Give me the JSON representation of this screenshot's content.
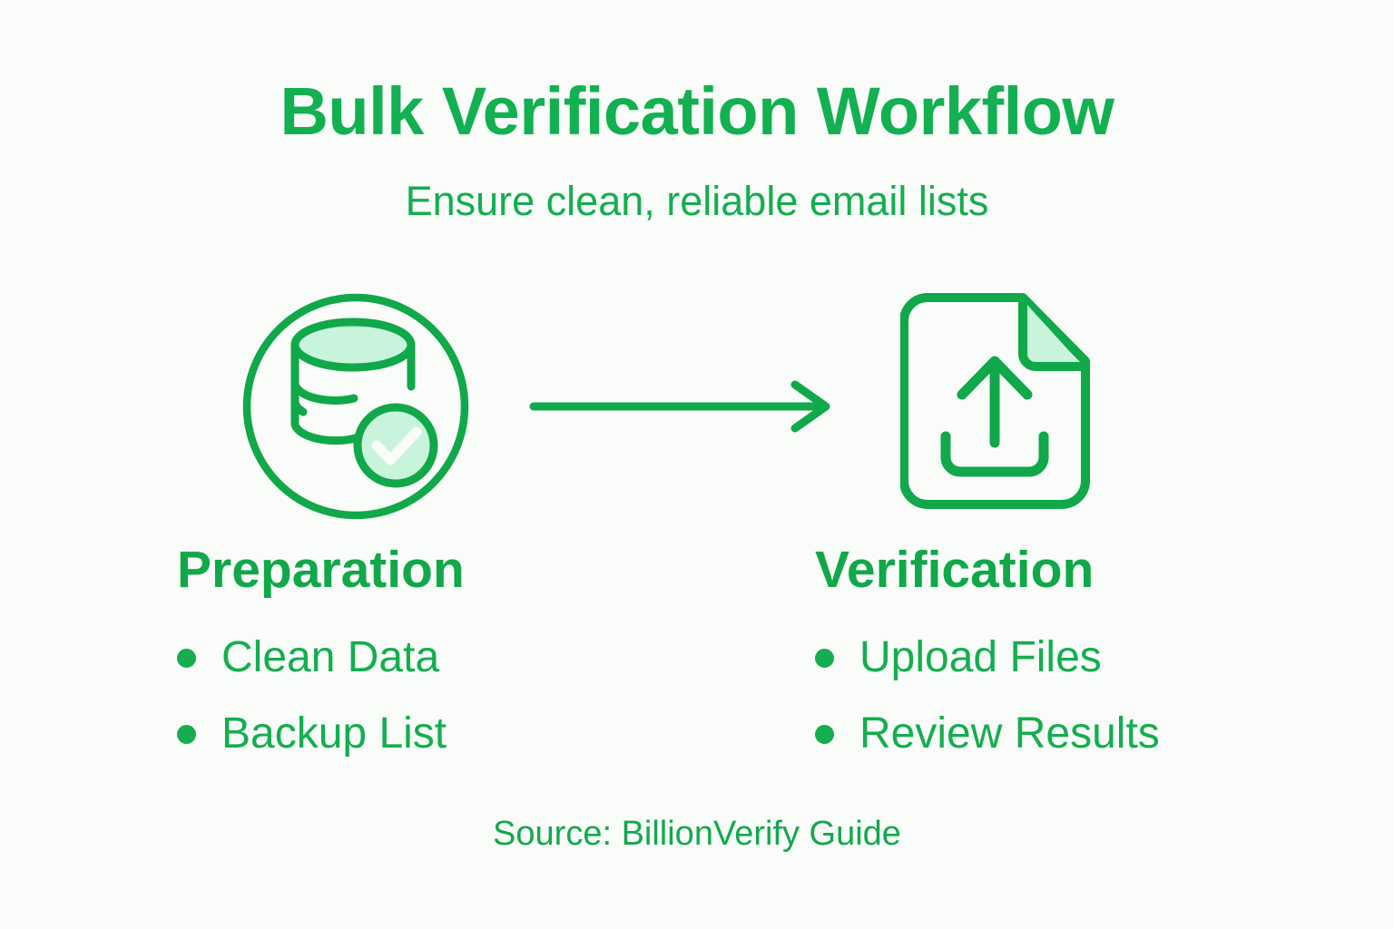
{
  "header": {
    "title": "Bulk Verification Workflow",
    "subtitle": "Ensure clean, reliable email lists"
  },
  "colors": {
    "background": "#FAFCFA",
    "primary_green": "#12A94C",
    "title_green": "#12B050",
    "light_green_fill": "#C8F4DB",
    "white": "#FFFFFF"
  },
  "flow": {
    "connector": "arrow-right",
    "steps": [
      {
        "icon": "database-check-icon",
        "heading": "Preparation",
        "bullets": [
          "Clean Data",
          "Backup List"
        ]
      },
      {
        "icon": "file-upload-icon",
        "heading": "Verification",
        "bullets": [
          "Upload Files",
          "Review Results"
        ]
      }
    ]
  },
  "footer": {
    "source": "Source: BillionVerify Guide"
  },
  "chart_data": {
    "type": "diagram",
    "title": "Bulk Verification Workflow",
    "subtitle": "Ensure clean, reliable email lists",
    "nodes": [
      {
        "id": "preparation",
        "label": "Preparation",
        "icon": "database-check-icon",
        "items": [
          "Clean Data",
          "Backup List"
        ]
      },
      {
        "id": "verification",
        "label": "Verification",
        "icon": "file-upload-icon",
        "items": [
          "Upload Files",
          "Review Results"
        ]
      }
    ],
    "edges": [
      {
        "from": "preparation",
        "to": "verification",
        "style": "arrow"
      }
    ],
    "source": "Source: BillionVerify Guide"
  }
}
